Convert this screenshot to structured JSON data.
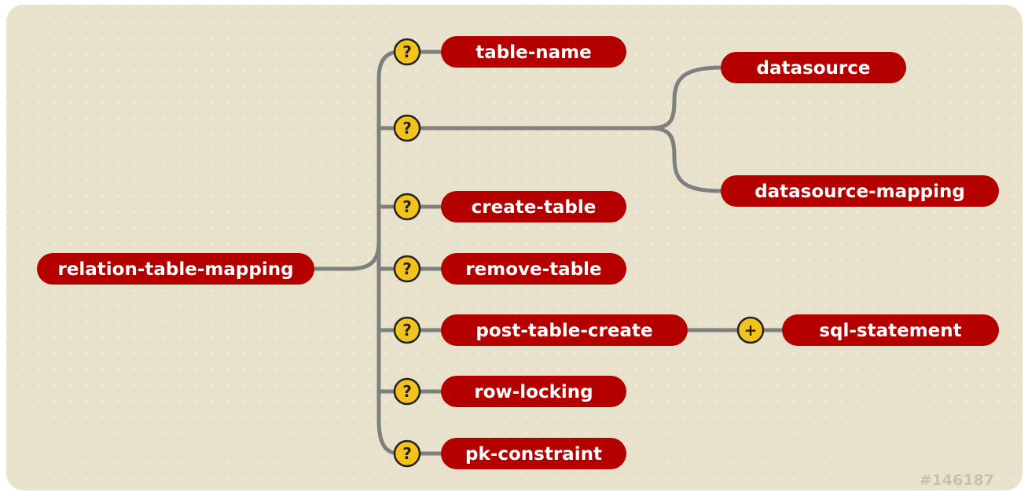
{
  "colors": {
    "background": "#e8e2cc",
    "node_fill": "#b50000",
    "node_text": "#ffffff",
    "connector": "#7f7f7f",
    "badge_fill": "#f3c21b",
    "badge_outline": "#222222",
    "id_text": "#c8c2ad"
  },
  "diagram": {
    "root": {
      "label": "relation-table-mapping"
    },
    "children": [
      {
        "key": "table_name",
        "label": "table-name",
        "occurrence": "optional"
      },
      {
        "key": "choice",
        "label": "",
        "occurrence": "optional"
      },
      {
        "key": "datasource",
        "label": "datasource",
        "occurrence": ""
      },
      {
        "key": "datasource_mapping",
        "label": "datasource-mapping",
        "occurrence": ""
      },
      {
        "key": "create_table",
        "label": "create-table",
        "occurrence": "optional"
      },
      {
        "key": "remove_table",
        "label": "remove-table",
        "occurrence": "optional"
      },
      {
        "key": "post_table_create",
        "label": "post-table-create",
        "occurrence": "optional"
      },
      {
        "key": "sql_statement",
        "label": "sql-statement",
        "occurrence": "one-or-more"
      },
      {
        "key": "row_locking",
        "label": "row-locking",
        "occurrence": "optional"
      },
      {
        "key": "pk_constraint",
        "label": "pk-constraint",
        "occurrence": "optional"
      }
    ],
    "badges": {
      "optional": {
        "symbol": "?",
        "icon": "question-mark-icon"
      },
      "one_or_more": {
        "symbol": "+",
        "icon": "plus-icon"
      }
    },
    "image_id": "#146187"
  }
}
